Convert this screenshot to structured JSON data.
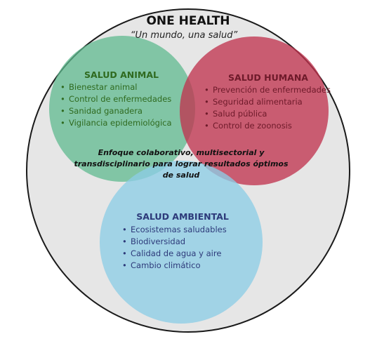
{
  "title": "ONE HEALTH",
  "subtitle": "“Un mundo, una salud”",
  "center_text": [
    "Enfoque colaborativo, multisectorial y",
    "transdisciplinario para lograr resultados óptimos",
    "de salud"
  ],
  "animal": {
    "title": "SALUD ANIMAL",
    "items": [
      "Bienestar animal",
      "Control de enfermedades",
      "Sanidad ganadera",
      "Vigilancia epidemiológica"
    ]
  },
  "humana": {
    "title": "SALUD HUMANA",
    "items": [
      "Prevención de enfermedades",
      "Seguridad alimentaria",
      "Salud pública",
      "Control de zoonosis"
    ]
  },
  "ambiental": {
    "title": "SALUD AMBIENTAL",
    "items": [
      "Ecosistemas saludables",
      "Biodiversidad",
      "Calidad de agua y aire",
      "Cambio climático"
    ]
  },
  "colors": {
    "outer_fill": "#e6e6e6",
    "outer_stroke": "#1a1a1a",
    "animal_fill": "#5fb98f",
    "animal_text": "#2f6a1f",
    "humana_fill": "#c0344f",
    "humana_text": "#6e1a2a",
    "ambiental_fill": "#8dcde6",
    "ambiental_text": "#2d3a7a"
  }
}
